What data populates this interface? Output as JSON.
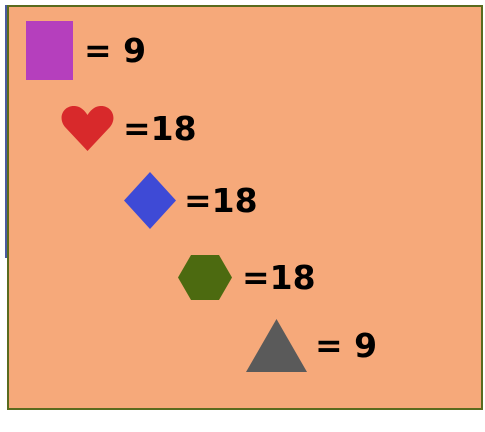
{
  "items": [
    {
      "shape": "square-icon",
      "color": "#b53fbd",
      "text": "= 9"
    },
    {
      "shape": "heart-icon",
      "color": "#d8292b",
      "text": "=18"
    },
    {
      "shape": "diamond-icon",
      "color": "#3e4ad6",
      "text": "=18"
    },
    {
      "shape": "hexagon-icon",
      "color": "#4c6a10",
      "text": "=18"
    },
    {
      "shape": "triangle-icon",
      "color": "#5a5a5a",
      "text": "= 9"
    }
  ]
}
